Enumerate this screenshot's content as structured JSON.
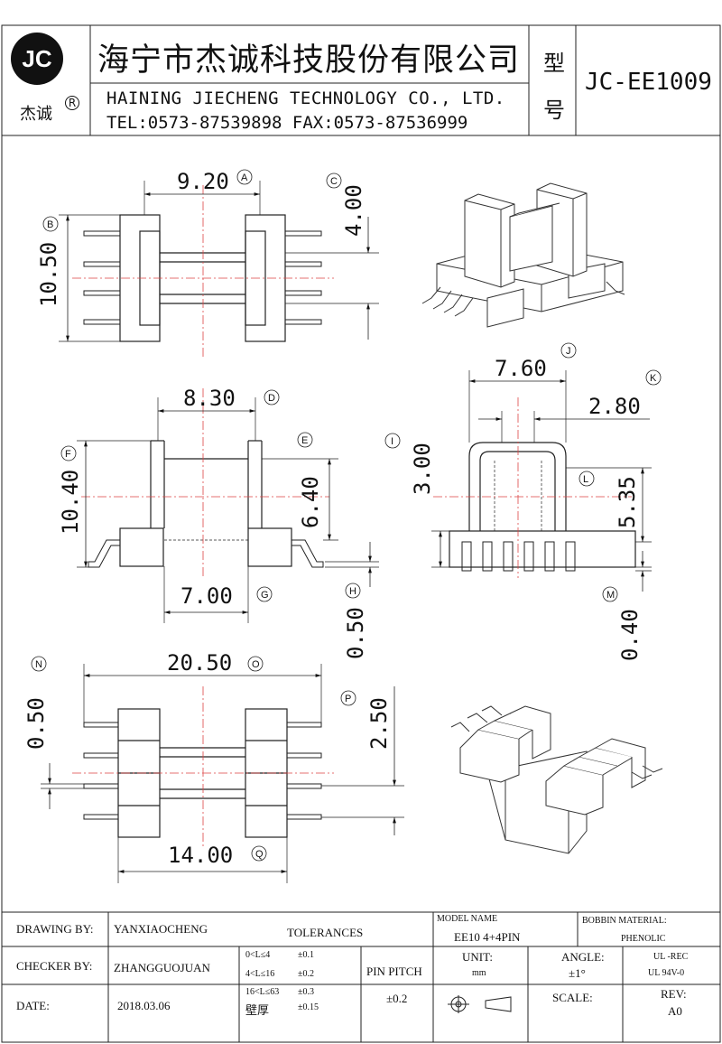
{
  "header": {
    "logo_text": "JC",
    "logo_cn": "杰诚",
    "logo_mark": "R",
    "company_cn": "海宁市杰诚科技股份有限公司",
    "company_en": "HAINING JIECHENG TECHNOLOGY CO., LTD.",
    "contact": "TEL:0573-87539898   FAX:0573-87536999",
    "type_label_1": "型",
    "type_label_2": "号",
    "model_no": "JC-EE1009"
  },
  "dimensions": {
    "a": "9.20",
    "b": "10.50",
    "c": "4.00",
    "d": "8.30",
    "e": "6.40",
    "f": "10.40",
    "g": "7.00",
    "h": "0.50",
    "j": "7.60",
    "k": "2.80",
    "i": "3.00",
    "l": "5.35",
    "m": "0.40",
    "n": "0.50",
    "o": "20.50",
    "p": "2.50",
    "q": "14.00"
  },
  "labels": {
    "a": "A",
    "b": "B",
    "c": "C",
    "d": "D",
    "e": "E",
    "f": "F",
    "g": "G",
    "h": "H",
    "i": "I",
    "j": "J",
    "k": "K",
    "l": "L",
    "m": "M",
    "n": "N",
    "o": "O",
    "p": "P",
    "q": "Q"
  },
  "title_block": {
    "drawing_by_label": "DRAWING  BY:",
    "drawing_by": "YANXIAOCHENG",
    "checker_by_label": "CHECKER  BY:",
    "checker_by": "ZHANGGUOJUAN",
    "date_label": "DATE:",
    "date": "2018.03.06",
    "tolerances_label": "TOLERANCES",
    "tol_rows": [
      {
        "range": "0<L≤4",
        "tol": "±0.1"
      },
      {
        "range": "4<L≤16",
        "tol": "±0.2"
      },
      {
        "range": "16<L≤63",
        "tol": "±0.3"
      },
      {
        "range": "壁厚",
        "tol": "±0.15"
      }
    ],
    "pin_pitch_label": "PIN PITCH",
    "pin_pitch": "±0.2",
    "model_name_label": "MODEL NAME",
    "model_name": "EE10 4+4PIN",
    "bobbin_material_label": "BOBBIN MATERIAL:",
    "bobbin_material": "PHENOLIC",
    "unit_label": "UNIT:",
    "unit": "mm",
    "angle_label": "ANGLE:",
    "angle": "±1°",
    "ul_1": "UL -REC",
    "ul_2": "UL  94V-0",
    "scale_label": "SCALE:",
    "rev_label": "REV:",
    "rev": "A0"
  }
}
